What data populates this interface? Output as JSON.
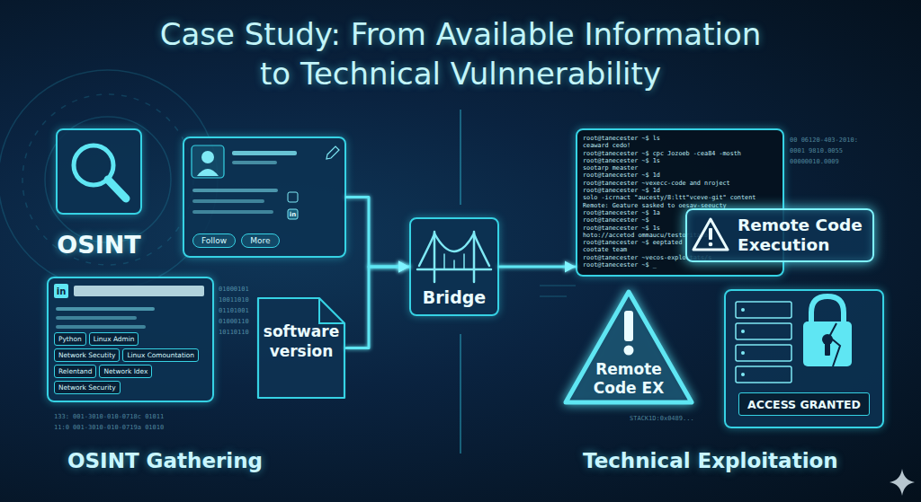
{
  "diagram": {
    "title": "Case Study: From Available Information to Technical Vulnnerability",
    "nodes": [
      {
        "text": [
          "OSINT"
        ]
      },
      {
        "text": [
          "Follow",
          "More"
        ]
      },
      {
        "text": [
          "Python",
          "Linux Admin",
          "Network Secutity",
          "Linux Comountation",
          "Relentand",
          "Network Idex",
          "Network Security"
        ]
      },
      {
        "text": [
          "software version"
        ]
      },
      {
        "text": [
          "Bridge"
        ]
      },
      {
        "text": [
          "root@tanecester ~$ ls",
          "ceaward cedo!",
          "root@tanecester ~$ cpc Jozoeb -cea84 -mosth",
          "root@tanecester ~$ 1s",
          "sootarp measter",
          "root@tanecester ~$ 1d",
          "root@tanecester ~vexecc-code and nroject",
          "root@tanecester ~$ 1d",
          "solo -icrnact \"aucesty/8:ltt\"vceve-git\" content",
          "Remote: Geature sasked to oesav-seeucty",
          "root@tanecester ~$ 1a",
          "root@tanecester ~$",
          "root@tanecester ~$ 1s",
          "hoto://accetod ommaucu/testoritalos",
          "root@tanecester ~$ eeptated",
          "cootate team",
          "root@tanecester ~vecos-exploitats/s",
          "root@tanecester ~$ _"
        ]
      },
      {
        "text": [
          "Remote Code Execution"
        ]
      },
      {
        "text": [
          "Remote Code EX"
        ]
      },
      {
        "text": [
          "ACCESS GRANTED"
        ]
      }
    ],
    "edges": [
      {
        "from": 0,
        "to": 1,
        "arrow": "none"
      },
      {
        "from": 1,
        "to": 4,
        "arrow": "to"
      },
      {
        "from": 3,
        "to": 4,
        "arrow": "to"
      },
      {
        "from": 4,
        "to": 5,
        "arrow": "to"
      },
      {
        "from": 6,
        "to": 8,
        "arrow": "none"
      }
    ],
    "labels": [
      "in",
      "in",
      "01000101",
      "10011010",
      "01101001",
      "01000110",
      "10110110",
      "133: 001-3010-010-0718c 01011",
      "11:0 001-3010-010-0719a 01010",
      "00 06120-403-2010:",
      "0001 9810.0055",
      "00000010.0009",
      "STACK1D:0x0489...",
      "OSINT Gathering",
      "Technical Exploitation"
    ]
  }
}
